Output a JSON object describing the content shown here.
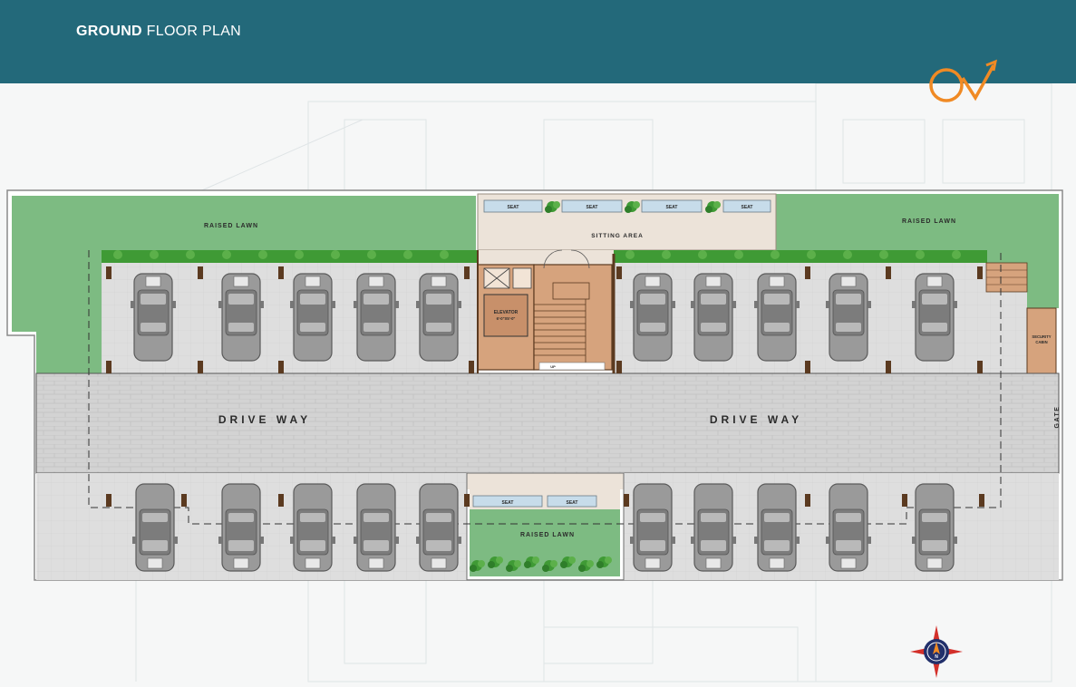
{
  "header": {
    "title_bold": "GROUND",
    "title_rest": " FLOOR PLAN"
  },
  "labels": {
    "raised_lawn_left": "RAISED LAWN",
    "raised_lawn_right": "RAISED LAWN",
    "raised_lawn_bottom": "RAISED LAWN",
    "sitting_area": "SITTING AREA",
    "seat": "SEAT",
    "elevator": "ELEVATOR",
    "elevator_size": "6'-0\"X5'-0\"",
    "up": "UP",
    "security_cabin_1": "SECURITY",
    "security_cabin_2": "CABIN",
    "drive_way_left": "DRIVE WAY",
    "drive_way_right": "DRIVE WAY",
    "gate": "GATE",
    "compass_n": "N"
  },
  "colors": {
    "header": "#23697a",
    "lawn": "#7dbb82",
    "paving": "#dcdcdc",
    "driveway": "#d2d2d2",
    "stair": "#d6a37d",
    "sitting": "#ece3d9",
    "hedge": "#3f9a35",
    "car": "#8e8e8e",
    "logo": "#f08a24",
    "compass_red": "#d3302a",
    "compass_navy": "#22306b"
  },
  "parking": {
    "top_row_count": 10,
    "bottom_row_count": 10
  }
}
